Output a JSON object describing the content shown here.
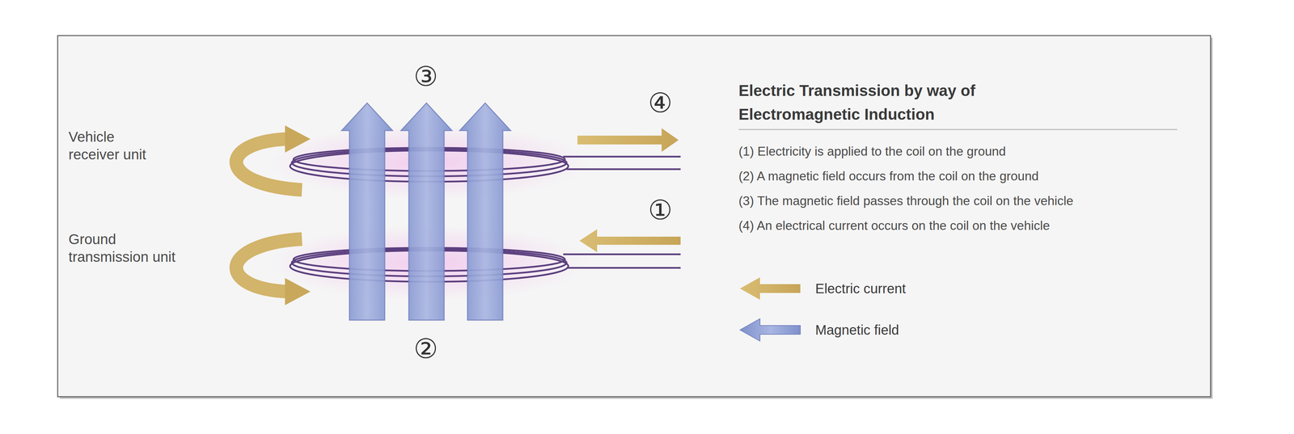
{
  "diagram": {
    "title": "Electric Transmission by way of Electromagnetic Induction",
    "labels": [
      "③",
      "④",
      "Vehicle receiver unit",
      "①",
      "Ground transmission unit",
      "②",
      "(1) Electricity is applied to the coil on the ground",
      "(2) A magnetic field occurs from the coil on the ground",
      "(3) The magnetic field passes through the coil on the vehicle",
      "(4) An electrical current occurs on the coil on the vehicle"
    ],
    "legend": [
      {
        "text": "Electric current"
      },
      {
        "text": "Magnetic field"
      }
    ]
  }
}
